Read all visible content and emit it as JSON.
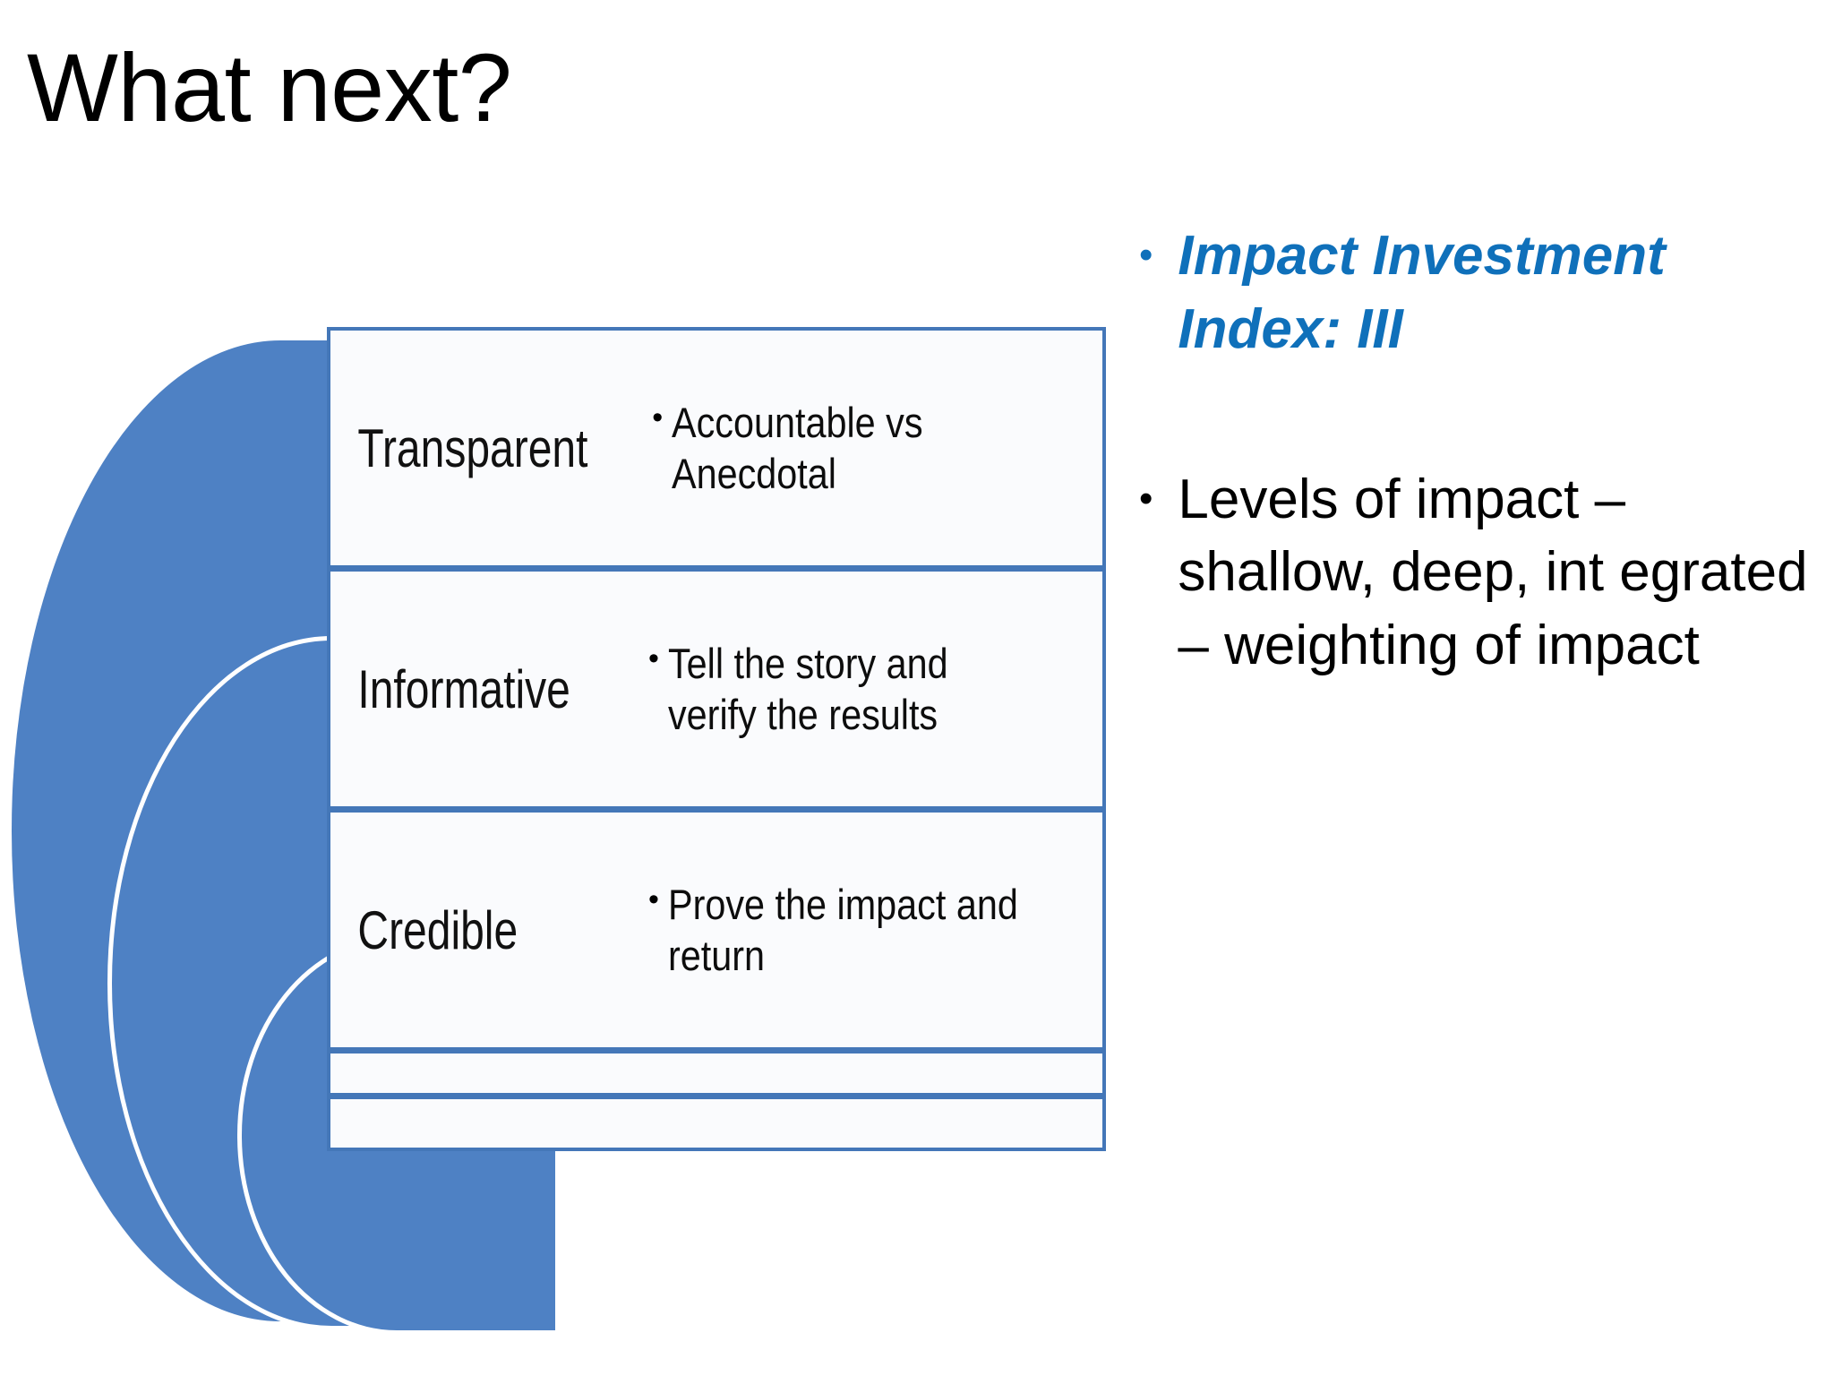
{
  "slide": {
    "title": "What next?",
    "background_color": "#FFFFFF"
  },
  "colors": {
    "shape_fill_blue": "#4E81C4",
    "box_border_blue": "#4477B8",
    "box_fill": "#FAFBFD",
    "accent_text_blue": "#0F70BA",
    "body_text": "#000000"
  },
  "diagram": {
    "type": "nested-arcs-with-rows",
    "arc_count": 3,
    "rows": [
      {
        "label": "Transparent",
        "bullet_marker": "•",
        "detail": "Accountable vs Anecdotal"
      },
      {
        "label": "Informative",
        "bullet_marker": "•",
        "detail": "Tell the story and verify the results"
      },
      {
        "label": "Credible",
        "bullet_marker": "•",
        "detail": "Prove the impact and return"
      }
    ],
    "blank_rows": 2
  },
  "right_bullets": [
    {
      "marker": "•",
      "text": "Impact Investment Index: III",
      "style": "bold-italic-blue"
    },
    {
      "marker": "•",
      "text": "Levels of impact – shallow, deep, int egrated – weighting of impact",
      "style": "regular-black"
    }
  ]
}
